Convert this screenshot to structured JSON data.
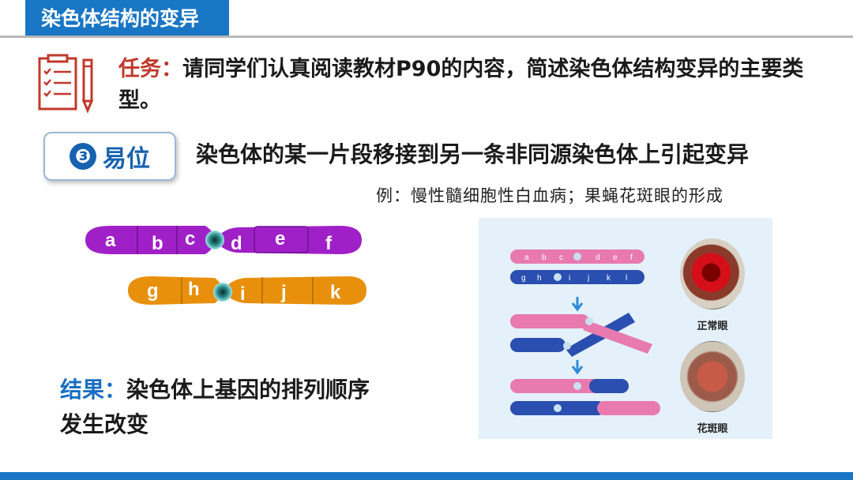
{
  "title": "染色体结构的变异",
  "task": {
    "label": "任务：",
    "text": "请同学们认真阅读教材P90的内容，简述染色体结构变异的主要类型。"
  },
  "section": {
    "number": "❸",
    "name": "易位",
    "definition": "染色体的某一片段移接到另一条非同源染色体上引起变异"
  },
  "example": "例：慢性髓细胞性白血病；果蝇花斑眼的形成",
  "chromosome_top": [
    "a",
    "b",
    "c",
    "d",
    "e",
    "f"
  ],
  "chromosome_bottom": [
    "g",
    "h",
    "i",
    "j",
    "k"
  ],
  "figure": {
    "pink_genes": [
      "a",
      "b",
      "c",
      "d",
      "e",
      "f"
    ],
    "blue_genes": [
      "g",
      "h",
      "i",
      "j",
      "k",
      "l"
    ],
    "normal_eye_caption": "正常眼",
    "bar_eye_caption": "花斑眼"
  },
  "result": {
    "label": "结果：",
    "text_line1": "染色体上基因的排列顺序",
    "text_line2": "发生改变"
  },
  "colors": {
    "accent": "#1976c5",
    "task_red": "#c0392b",
    "chromo_purple": "#a020c8",
    "chromo_orange": "#e8900c"
  }
}
